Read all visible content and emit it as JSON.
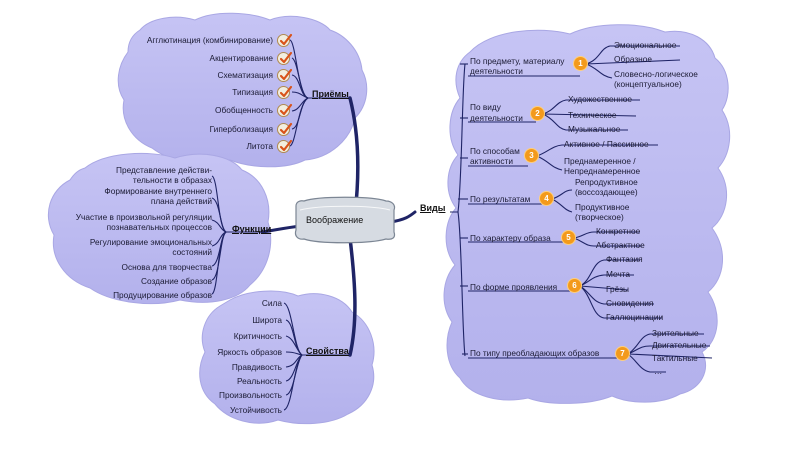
{
  "center": "Воображение",
  "priemy": {
    "title": "Приёмы",
    "items": [
      "Агглютинация (комбинирование)",
      "Акцентирование",
      "Схематизация",
      "Типизация",
      "Обобщенность",
      "Гиперболизация",
      "Литота"
    ]
  },
  "funktsii": {
    "title": "Функции",
    "items": [
      "Представление действи-",
      "тельности  в образах",
      "Формирование внутреннего",
      "плана действий",
      "Участие в произвольной регуляции",
      "познавательных процессов",
      "Регулирование эмоциональных",
      "состояний",
      "Основа для творчества",
      "Создание образов",
      "Продуцирование образов"
    ]
  },
  "svoistva": {
    "title": "Свойства",
    "items": [
      "Сила",
      "Широта",
      "Критичность",
      "Яркость образов",
      "Правдивость",
      "Реальность",
      "Произвольность",
      "Устойчивость"
    ]
  },
  "vidy": {
    "title": "Виды",
    "groups": [
      {
        "label": [
          "По предмету, материалу",
          "деятельности"
        ],
        "num": "1",
        "items": [
          "Эмоциональное",
          "Образное",
          "Словесно-логическое",
          "(концептуальное)"
        ]
      },
      {
        "label": [
          "По виду",
          "деятельности"
        ],
        "num": "2",
        "items": [
          "Художественное",
          "Техническое",
          "Музыкальное"
        ]
      },
      {
        "label": [
          "По способам",
          "активности"
        ],
        "num": "3",
        "items": [
          "Активное / Пассивное",
          "Преднамеренное /",
          "Непреднамеренное"
        ]
      },
      {
        "label": [
          "По результатам"
        ],
        "num": "4",
        "items": [
          "Репродуктивное",
          "(воссоздающее)",
          "Продуктивное",
          "(творческое)"
        ]
      },
      {
        "label": [
          "По характеру образа"
        ],
        "num": "5",
        "items": [
          "Конкретное",
          "Абстрактное"
        ]
      },
      {
        "label": [
          "По форме проявления"
        ],
        "num": "6",
        "items": [
          "Фантазия",
          "Мечта",
          "Грёзы",
          "Сновидения",
          "Галлюцинации"
        ]
      },
      {
        "label": [
          "По типу преобладающих образов"
        ],
        "num": "7",
        "items": [
          "Зрительные",
          "Двигательные",
          "Тактильные",
          "…"
        ]
      }
    ]
  },
  "colors": {
    "cloud": "#bcbaf0",
    "cloudEdge": "#a8a6e6",
    "link": "#1f2466",
    "badge": "#f39a1c",
    "check": "#d9531a"
  },
  "icons": {
    "check": "checkmark-icon",
    "badge": "number-badge"
  }
}
